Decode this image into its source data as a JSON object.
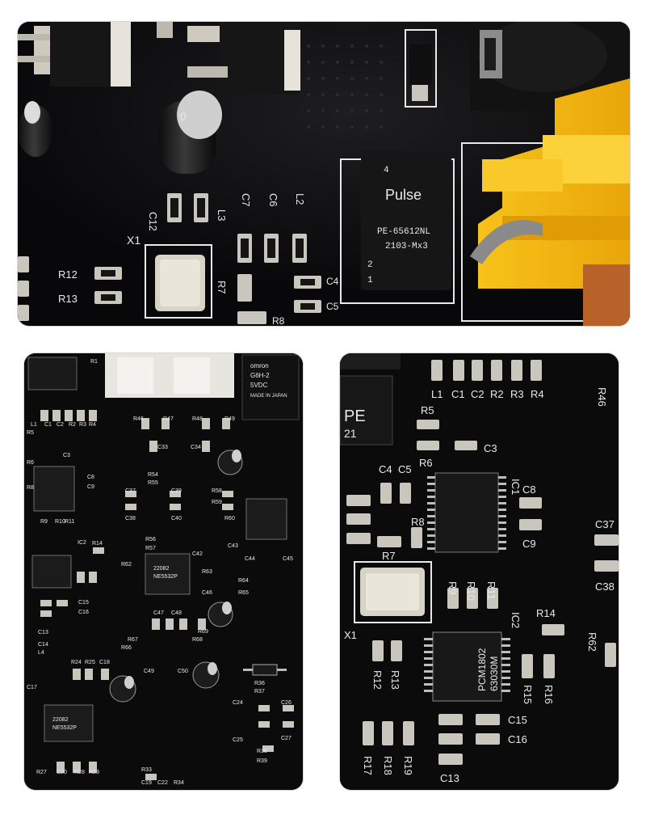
{
  "colors": {
    "pcb": "#0b0b0c",
    "silkscreen": "#e9e9e9",
    "connector": "#f3b712",
    "pad": "#c9c6bd",
    "chip": "#161616"
  },
  "top": {
    "labels": {
      "c12": "C12",
      "l3": "L3",
      "c7": "C7",
      "c6": "C6",
      "l2": "L2",
      "x1": "X1",
      "r12": "R12",
      "r13": "R13",
      "r7": "R7",
      "c4": "C4",
      "c5": "C5",
      "r8": "R8"
    },
    "transformer_text": [
      "4",
      "Pulse",
      "PE-65612NL",
      "2103-Mx3",
      "2",
      "1"
    ],
    "cap_mark": "0"
  },
  "bottom_left": {
    "labels": {
      "r1": "R1",
      "l1": "L1",
      "c1": "C1",
      "c2": "C2",
      "r2": "R2",
      "r3": "R3",
      "r4": "R4",
      "r5": "R5",
      "r6": "R6",
      "c3": "C3",
      "c8": "C8",
      "c9": "C9",
      "r8": "R8",
      "r46": "R46",
      "r47": "R47",
      "r48": "R48",
      "r49": "R49",
      "c33": "C33",
      "c34": "C34",
      "r54": "R54",
      "r55": "R55",
      "c37": "C37",
      "c39": "C39",
      "c38": "C38",
      "c40": "C40",
      "r58": "R58",
      "r59": "R59",
      "r60": "R60",
      "c43": "C43",
      "c44": "C44",
      "c45": "C45",
      "r56": "R56",
      "r57": "R57",
      "r62": "R62",
      "c42": "C42",
      "r63": "R63",
      "c46": "C46",
      "r64": "R64",
      "r65": "R65",
      "r14": "R14",
      "c15": "C15",
      "c16": "C16",
      "c13": "C13",
      "c14": "C14",
      "l4": "L4",
      "c47": "C47",
      "c48": "C48",
      "r67": "R67",
      "r68": "R68",
      "r69": "R69",
      "r66": "R66",
      "c49": "C49",
      "c50": "C50",
      "r24": "R24",
      "r25": "R25",
      "c18": "C18",
      "c17": "C17",
      "r36": "R36",
      "r37": "R37",
      "c24": "C24",
      "c26": "C26",
      "c25": "C25",
      "c27": "C27",
      "r38": "R38",
      "r39": "R39",
      "r33": "R33",
      "c19": "C19",
      "c22": "C22",
      "r34": "R34",
      "r27": "R27",
      "c20": "C20",
      "r28": "R28",
      "r29": "R29",
      "r9": "R9",
      "r10": "R10",
      "r11": "R11",
      "ic2": "IC2"
    },
    "relay_text": [
      "omron",
      "G6H-2",
      "5VDC",
      "MADE IN JAPAN"
    ],
    "opamp_text": [
      "22082",
      "NE5532P"
    ]
  },
  "bottom_right": {
    "labels": {
      "l1": "L1",
      "c1": "C1",
      "c2": "C2",
      "r2": "R2",
      "r3": "R3",
      "r4": "R4",
      "r46": "R46",
      "r5": "R5",
      "r6": "R6",
      "c3": "C3",
      "c4": "C4",
      "c5": "C5",
      "ic1": "IC1",
      "c8": "C8",
      "c9": "C9",
      "r8": "R8",
      "c37": "C37",
      "c38": "C38",
      "r7": "R7",
      "r9": "R9",
      "r10": "R10",
      "r11": "R11",
      "x1": "X1",
      "ic2": "IC2",
      "r14": "R14",
      "r62": "R62",
      "r12": "R12",
      "r13": "R13",
      "r15": "R15",
      "r16": "R16",
      "c15": "C15",
      "c16": "C16",
      "r17": "R17",
      "r18": "R18",
      "r19": "R19",
      "c13": "C13"
    },
    "ic2_text": [
      "PCM1802",
      "63030M"
    ],
    "transformer_frag": [
      "PE",
      "21"
    ]
  }
}
